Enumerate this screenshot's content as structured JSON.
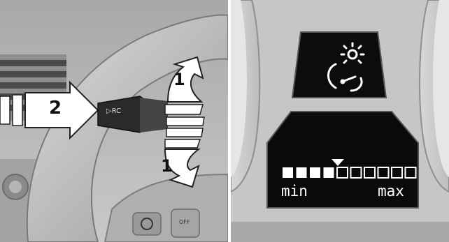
{
  "left": {
    "arrow_up_label": "1",
    "arrow_down_label": "1",
    "push_arrow_label": "2",
    "stalk_text": "▷RC",
    "off_label": "OFF"
  },
  "right": {
    "min_label": "min",
    "max_label": "max",
    "level": {
      "filled": 4,
      "total": 10
    },
    "icon": "headlight-range-icon"
  }
}
